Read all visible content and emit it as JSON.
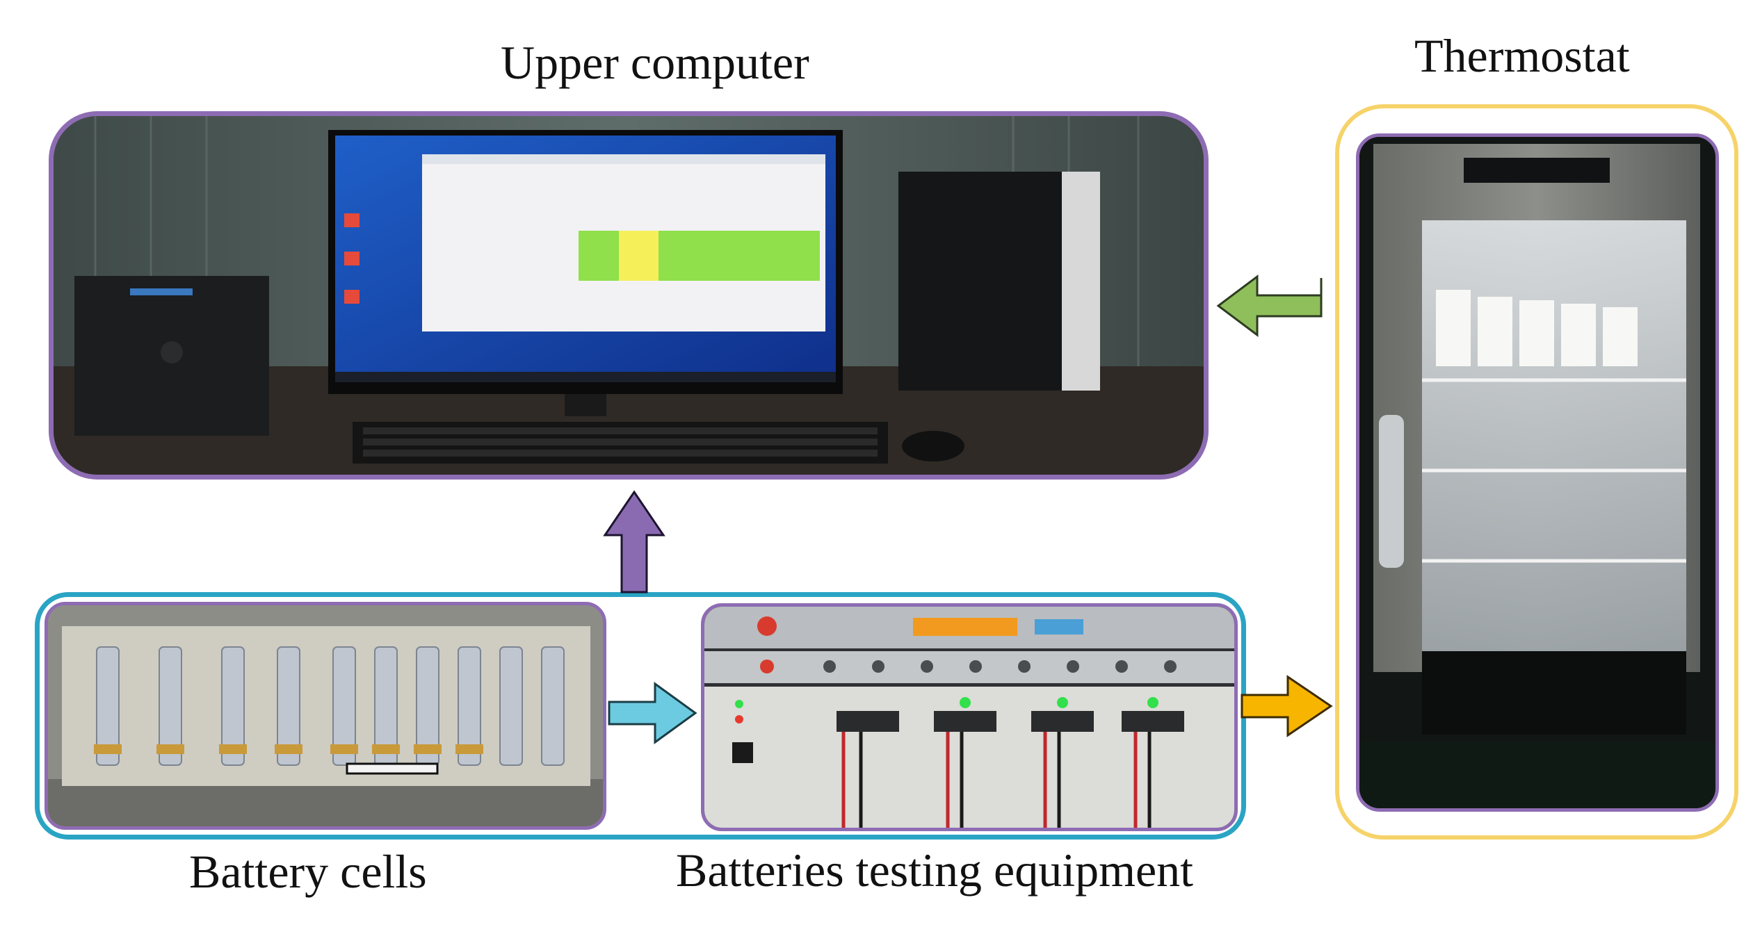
{
  "labels": {
    "upper_computer": "Upper computer",
    "thermostat": "Thermostat",
    "battery_cells": "Battery cells",
    "testing_equipment": "Batteries  testing equipment"
  },
  "colors": {
    "purple_border": "#8e6cb3",
    "yellow_border": "#f6d36a",
    "teal_border": "#2aa4c4",
    "arrow_green": "#8fbf5a",
    "arrow_purple": "#8a6bb1",
    "arrow_cyan": "#6ccbe0",
    "arrow_orange": "#f7b500"
  },
  "arrows": [
    {
      "name": "green-arrow",
      "direction": "left",
      "from": "Thermostat",
      "to": "Upper computer"
    },
    {
      "name": "purple-arrow",
      "direction": "up",
      "from": "Battery cells + Batteries testing equipment",
      "to": "Upper computer"
    },
    {
      "name": "cyan-arrow",
      "direction": "right",
      "from": "Battery cells",
      "to": "Batteries testing equipment"
    },
    {
      "name": "orange-arrow",
      "direction": "right",
      "from": "Batteries testing equipment",
      "to": "Thermostat"
    }
  ]
}
